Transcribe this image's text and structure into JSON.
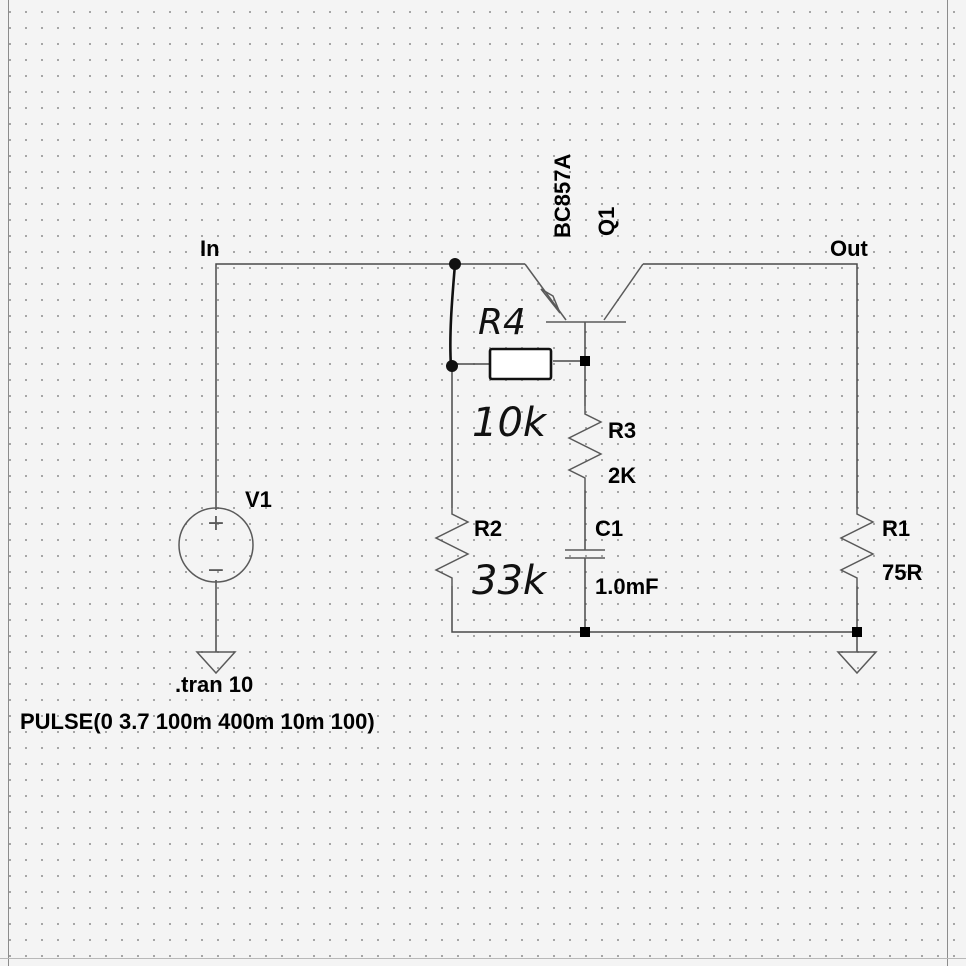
{
  "nets": {
    "in_label": "In",
    "out_label": "Out"
  },
  "source": {
    "name": "V1",
    "plus_symbol": "+",
    "minus_symbol": "−",
    "value": "PULSE(0 3.7 100m 400m 10m 100)"
  },
  "directive": ".tran 10",
  "transistor": {
    "ref": "Q1",
    "model": "BC857A"
  },
  "resistors": [
    {
      "ref": "R1",
      "value": "75R"
    },
    {
      "ref": "R2",
      "value": "33k"
    },
    {
      "ref": "R3",
      "value": "2K"
    },
    {
      "ref": "R4",
      "value": "10k"
    }
  ],
  "capacitor": {
    "ref": "C1",
    "value": "1.0mF"
  },
  "colors": {
    "background": "#f4f4f4",
    "wire": "#4a4a4a",
    "grid_dot": "#9a9a9a",
    "handwriting": "#111111"
  }
}
